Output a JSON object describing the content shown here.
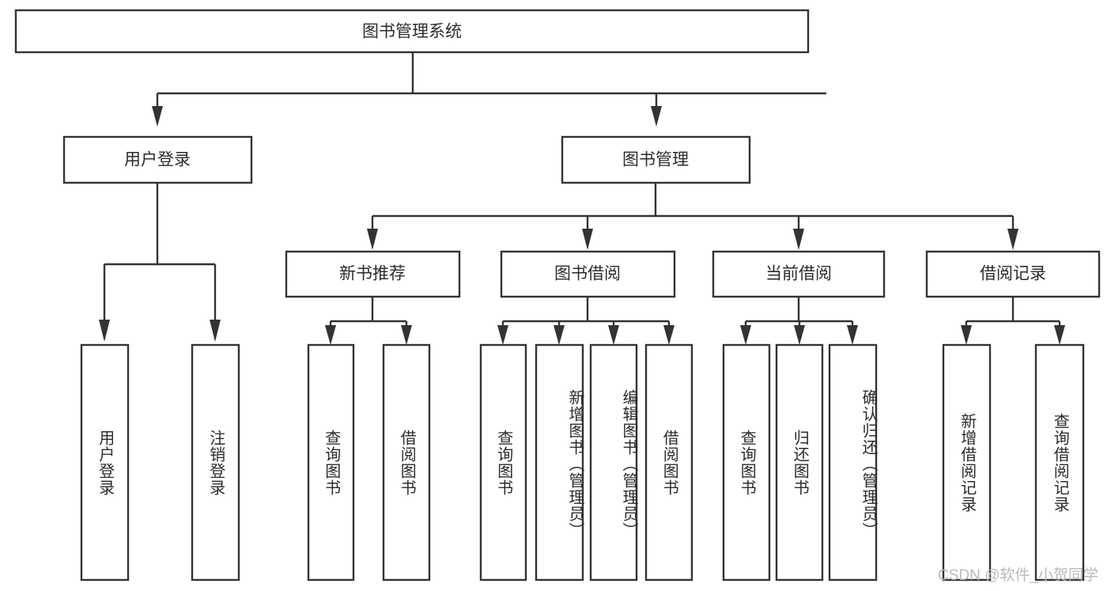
{
  "diagram": {
    "title": "图书管理系统",
    "watermark": "CSDN @软件_小贺同学",
    "colors": {
      "stroke": "#333333",
      "fill": "#ffffff",
      "text": "#2b2b2b",
      "watermark": "#b9b9b9"
    },
    "root": {
      "label": "图书管理系统"
    },
    "level1": [
      {
        "label": "用户登录"
      },
      {
        "label": "图书管理"
      }
    ],
    "level2": [
      {
        "label": "新书推荐"
      },
      {
        "label": "图书借阅"
      },
      {
        "label": "当前借阅"
      },
      {
        "label": "借阅记录"
      }
    ],
    "leaves": {
      "user_login": [
        {
          "label": "用户登录"
        },
        {
          "label": "注销登录"
        }
      ],
      "new_book_recommend": [
        {
          "label": "查询图书"
        },
        {
          "label": "借阅图书"
        }
      ],
      "book_borrow": [
        {
          "label": "查询图书"
        },
        {
          "label": "新增图书（管理员）"
        },
        {
          "label": "编辑图书（管理员）"
        },
        {
          "label": "借阅图书"
        }
      ],
      "current_borrow": [
        {
          "label": "查询图书"
        },
        {
          "label": "归还图书"
        },
        {
          "label": "确认归还（管理员）"
        }
      ],
      "borrow_record": [
        {
          "label": "新增借阅记录"
        },
        {
          "label": "查询借阅记录"
        }
      ]
    }
  }
}
